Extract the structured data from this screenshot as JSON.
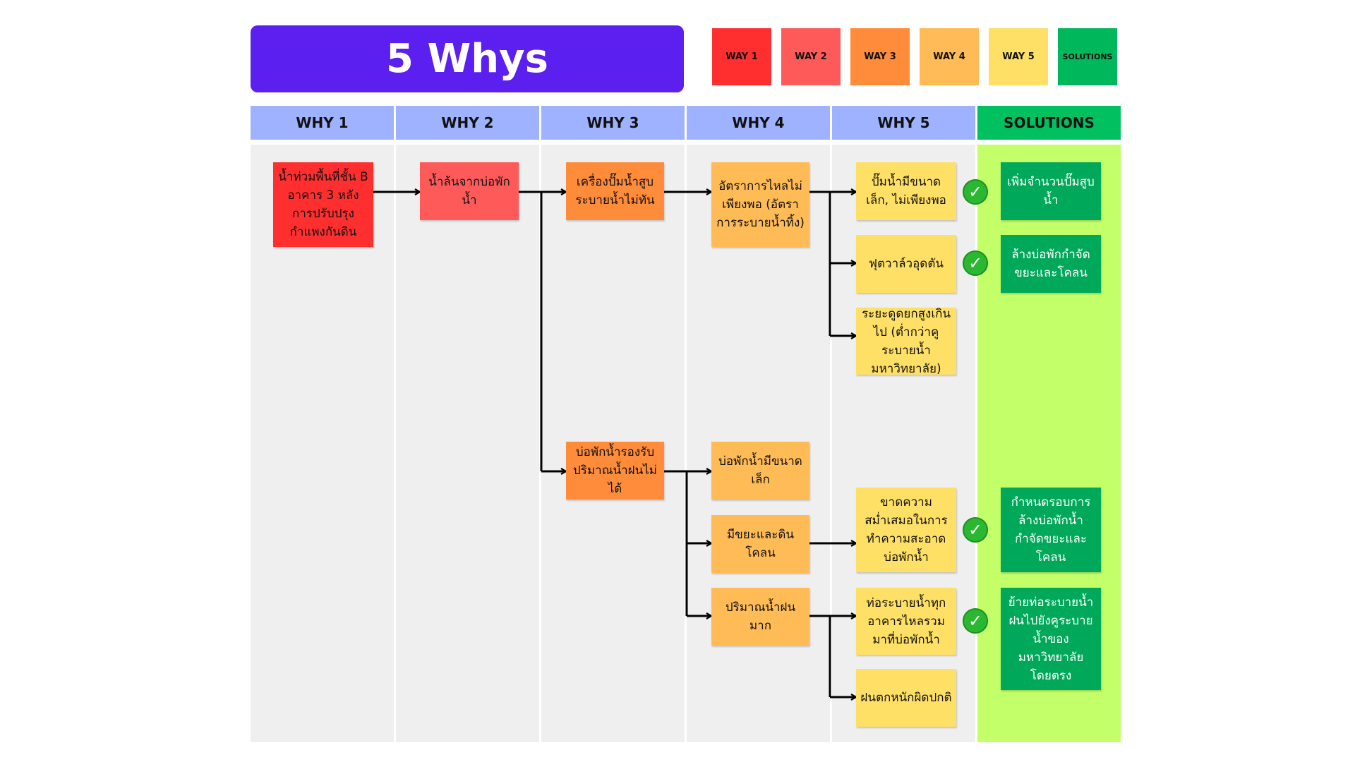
{
  "title": "5 Whys",
  "legend": [
    {
      "label": "WAY 1",
      "color": "#ff2f2f"
    },
    {
      "label": "WAY 2",
      "color": "#ff5a5a"
    },
    {
      "label": "WAY 3",
      "color": "#ff8c3b"
    },
    {
      "label": "WAY 4",
      "color": "#ffbb55"
    },
    {
      "label": "WAY 5",
      "color": "#ffe066"
    },
    {
      "label": "SOLUTIONS",
      "color": "#00b85c"
    }
  ],
  "columns": [
    {
      "label": "WHY 1",
      "header_color": "#9fb2ff",
      "bg_color": "#efefef"
    },
    {
      "label": "WHY 2",
      "header_color": "#9fb2ff",
      "bg_color": "#efefef"
    },
    {
      "label": "WHY 3",
      "header_color": "#9fb2ff",
      "bg_color": "#efefef"
    },
    {
      "label": "WHY 4",
      "header_color": "#9fb2ff",
      "bg_color": "#efefef"
    },
    {
      "label": "WHY 5",
      "header_color": "#9fb2ff",
      "bg_color": "#efefef"
    },
    {
      "label": "SOLUTIONS",
      "header_color": "#00c060",
      "bg_color": "#c2ff68"
    }
  ],
  "notes": {
    "why1": {
      "text": "น้ำท่วมพื้นที่ชั้น B อาคาร 3 หลังการปรับปรุงกำแพงกันดิน",
      "color": "#ff2f2f"
    },
    "why2": {
      "text": "น้ำล้นจากบ่อพักน้ำ",
      "color": "#ff5a5a"
    },
    "why3_pump": {
      "text": "เครื่องปั๊มน้ำสูบระบายน้ำไม่ทัน",
      "color": "#ff8c3b"
    },
    "why3_pond": {
      "text": "บ่อพักน้ำรองรับปริมาณน้ำฝนไม่ได้",
      "color": "#ff8c3b"
    },
    "why4_flow": {
      "text": "อัตราการไหลไม่เพียงพอ (อัตราการระบายน้ำทิ้ง)",
      "color": "#ffbb55"
    },
    "why4_small": {
      "text": "บ่อพักน้ำมีขนาดเล็ก",
      "color": "#ffbb55"
    },
    "why4_debris": {
      "text": "มีขยะและดินโคลน",
      "color": "#ffbb55"
    },
    "why4_rain": {
      "text": "ปริมาณน้ำฝนมาก",
      "color": "#ffbb55"
    },
    "why5_pump_small": {
      "text": "ปั๊มน้ำมีขนาดเล็ก, ไม่เพียงพอ",
      "color": "#ffe066"
    },
    "why5_valve": {
      "text": "ฟุตวาล์วอุดตัน",
      "color": "#ffe066"
    },
    "why5_lift": {
      "text": "ระยะดูดยกสูงเกินไป (ต่ำกว่าคูระบายน้ำมหาวิทยาลัย)",
      "color": "#ffe066"
    },
    "why5_clean": {
      "text": "ขาดความสม่ำเสมอในการทำความสะอาดบ่อพักน้ำ",
      "color": "#ffe066"
    },
    "why5_drain": {
      "text": "ท่อระบายน้ำทุกอาคารไหลรวมมาที่บ่อพักน้ำ",
      "color": "#ffe066"
    },
    "why5_heavy": {
      "text": "ฝนตกหนักผิดปกติ",
      "color": "#ffe066"
    },
    "sol_pump": {
      "text": "เพิ่มจำนวนปั๊มสูบน้ำ",
      "color": "#00a85a"
    },
    "sol_clean_pond": {
      "text": "ล้างบ่อพักกำจัดขยะและโคลน",
      "color": "#00a85a"
    },
    "sol_schedule": {
      "text": "กำหนดรอบการล้างบ่อพักน้ำกำจัดขยะและโคลน",
      "color": "#00a85a"
    },
    "sol_reroute": {
      "text": "ย้ายท่อระบายน้ำฝนไปยังคูระบายน้ำของมหาวิทยาลัยโดยตรง",
      "color": "#00a85a"
    }
  },
  "check_icon": "check-circle-icon"
}
